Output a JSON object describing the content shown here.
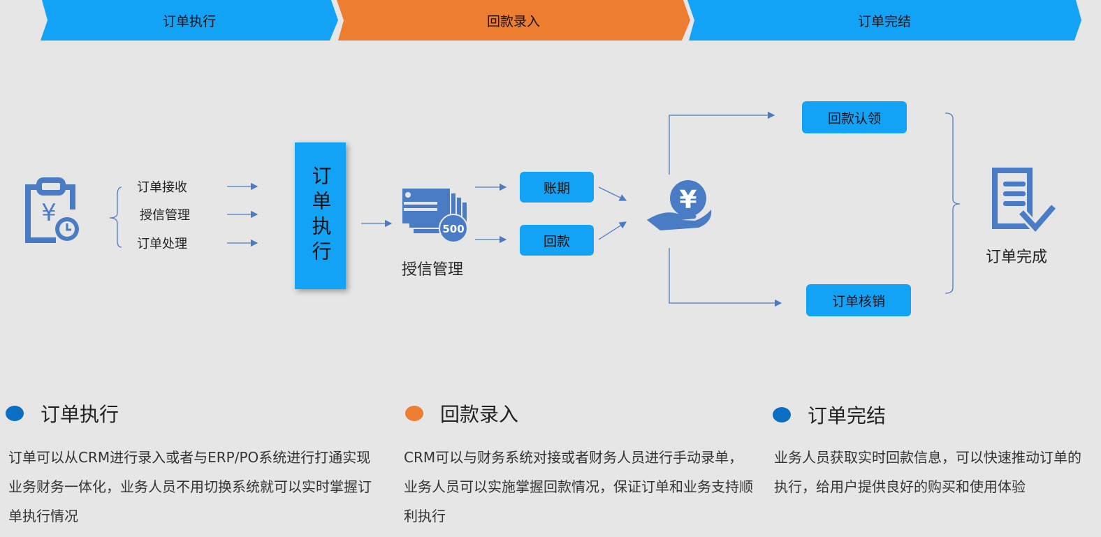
{
  "stages": [
    {
      "label": "订单执行",
      "color": "#12a3f7"
    },
    {
      "label": "回款录入",
      "color": "#ed7d31"
    },
    {
      "label": "订单完结",
      "color": "#12a3f7"
    }
  ],
  "diagram": {
    "sub_items": [
      "订单接收",
      "授信管理",
      "订单处理"
    ],
    "exec_box": "订单执行",
    "credit_label": "授信管理",
    "credit_badge": "500",
    "period_box": "账期",
    "payment_box": "回款",
    "claim_box": "回款认领",
    "writeoff_box": "订单核销",
    "done_label": "订单完成"
  },
  "sections": [
    {
      "title": "订单执行",
      "dot_color": "#0a6fc2",
      "body": "订单可以从CRM进行录入或者与ERP/PO系统进行打通实现业务财务一体化，业务人员不用切换系统就可以实时掌握订单执行情况"
    },
    {
      "title": "回款录入",
      "dot_color": "#ed7d31",
      "body": "CRM可以与财务系统对接或者财务人员进行手动录单，业务人员可以实施掌握回款情况，保证订单和业务支持顺利执行"
    },
    {
      "title": "订单完结",
      "dot_color": "#0a6fc2",
      "body": "业务人员获取实时回款信息，可以快速推动订单的执行，给用户提供良好的购买和使用体验"
    }
  ]
}
